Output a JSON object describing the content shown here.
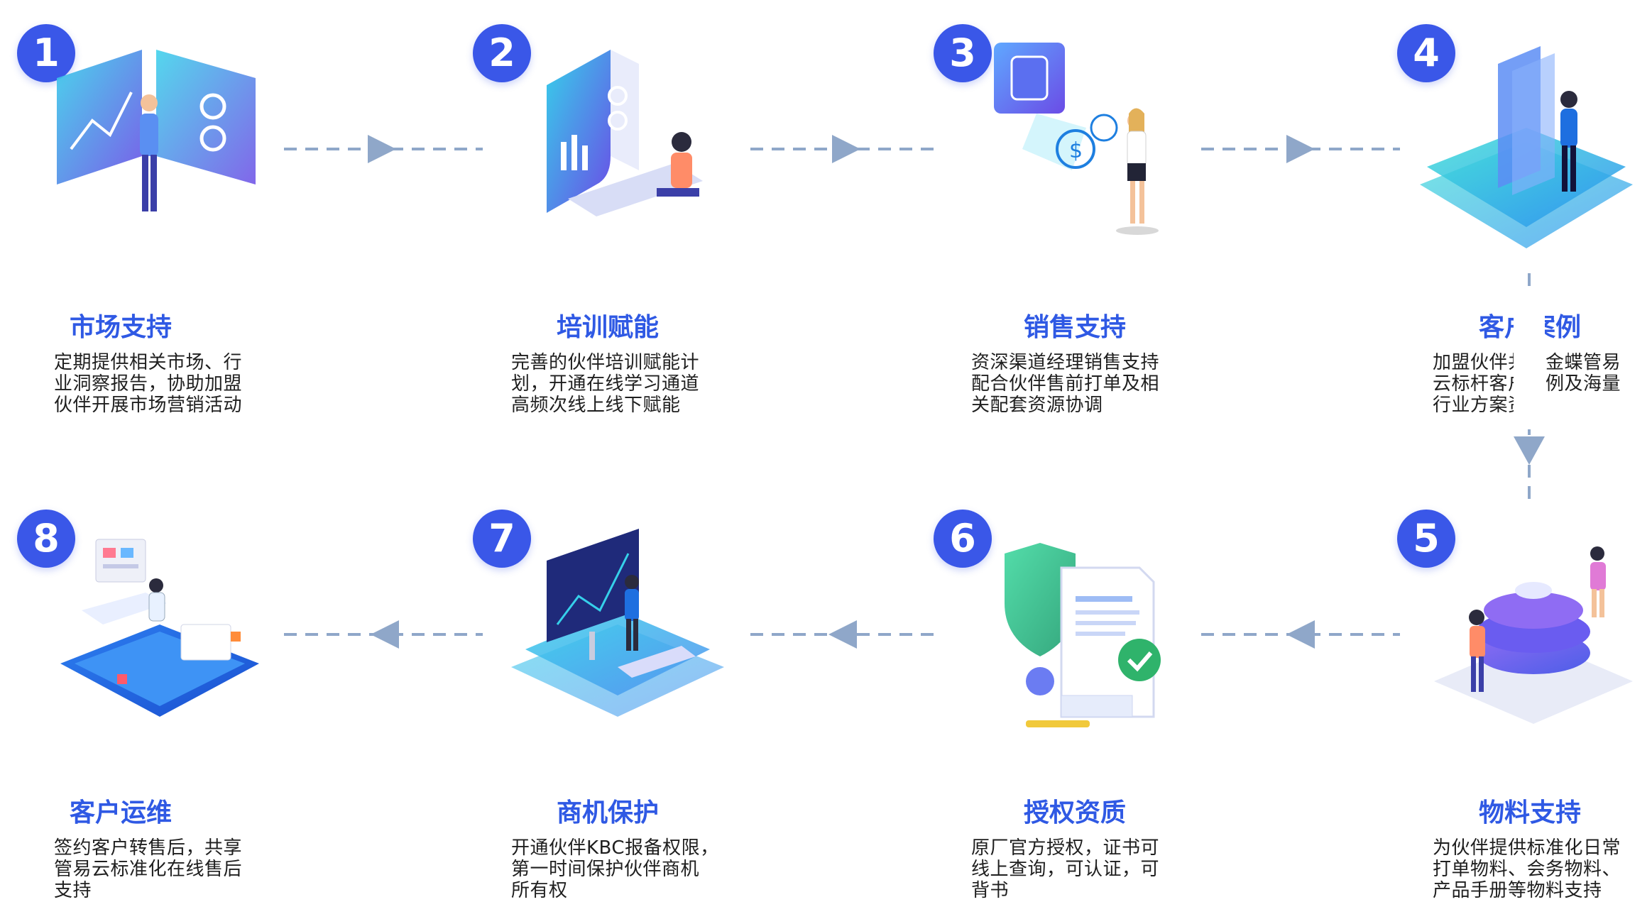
{
  "colors": {
    "accent_blue": "#3a57e8",
    "title_blue": "#2f59e4",
    "arrow": "#8fa7c9",
    "cyan": "#36d0ea",
    "purple": "#6b4ce6"
  },
  "steps": [
    {
      "number": "1",
      "title": "市场支持",
      "description": "定期提供相关市场、行\n业洞察报告，协助加盟\n伙伴开展市场营销活动",
      "illustration": "market-analysis-screen"
    },
    {
      "number": "2",
      "title": "培训赋能",
      "description": "完善的伙伴培训赋能计\n划，开通在线学习通道\n高频次线上线下赋能",
      "illustration": "online-training-laptop"
    },
    {
      "number": "3",
      "title": "销售支持",
      "description": "资深渠道经理销售支持\n配合伙伴售前打单及相\n关配套资源协调",
      "illustration": "sales-currency-exchange"
    },
    {
      "number": "4",
      "title": "客户案例",
      "description": "加盟伙伴共享金蝶管易\n云标杆客户案例及海量\n行业方案资料",
      "illustration": "case-documents-layers"
    },
    {
      "number": "5",
      "title": "物料支持",
      "description": "为伙伴提供标准化日常\n打单物料、会务物料、\n产品手册等物料支持",
      "illustration": "material-stack-platform"
    },
    {
      "number": "6",
      "title": "授权资质",
      "description": "原厂官方授权，证书可\n线上查询，可认证，可\n背书",
      "illustration": "certificate-shield"
    },
    {
      "number": "7",
      "title": "商机保护",
      "description": "开通伙伴KBC报备权限，\n第一时间保护伙伴商机\n所有权",
      "illustration": "opportunity-monitor"
    },
    {
      "number": "8",
      "title": "客户运维",
      "description": "签约客户转售后，共享\n管易云标准化在线售后\n支持",
      "illustration": "customer-service-desk"
    }
  ]
}
